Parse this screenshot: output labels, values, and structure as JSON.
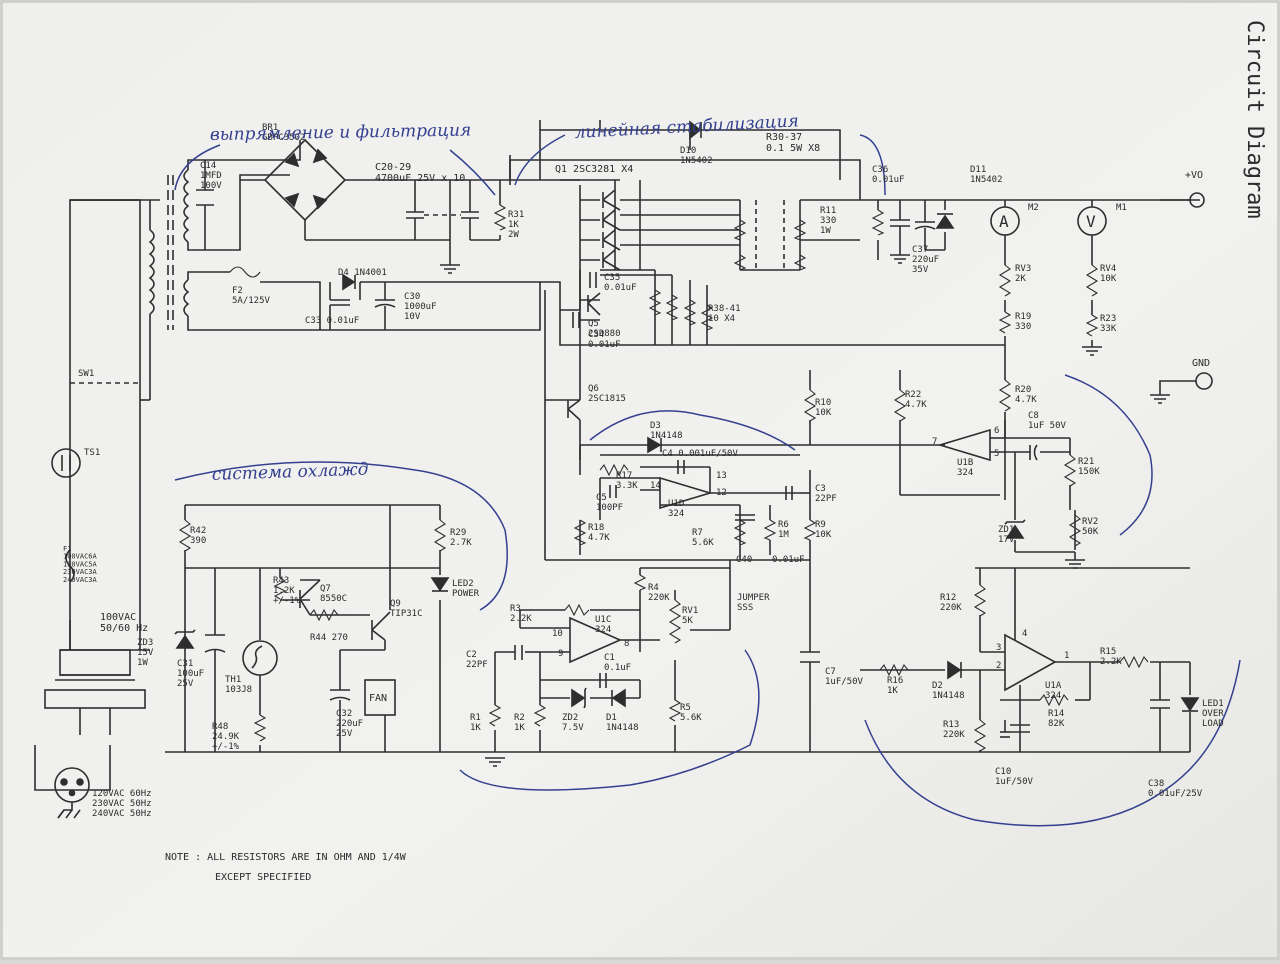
{
  "page": {
    "corner_title": "Circuit Diagram",
    "note_line1": "NOTE :  ALL RESISTORS ARE IN OHM AND 1/4W",
    "note_line2": "EXCEPT SPECIFIED"
  },
  "handwritten": {
    "rectification": "выпрямление и фильтрация",
    "linear_stabilization": "линейная стабилизация",
    "cooling_system": "система охлажд"
  },
  "terminals": {
    "vo": "+VO",
    "gnd": "GND"
  },
  "meters": {
    "ammeter": {
      "symbol": "A",
      "ref": "M2"
    },
    "voltmeter": {
      "symbol": "V",
      "ref": "M1"
    }
  },
  "labels": {
    "c14": "C14\n1MFD\n100V",
    "br1": "BR1\nGBPC3502",
    "c20": "C20-29\n4700uF 25V x 10",
    "r31": "R31\n1K\n2W",
    "q1": "Q1  2SC3281 X4",
    "d10": "D10\n1N5402",
    "r30": "R30-37\n0.1  5W X8",
    "r11": "R11\n330\n1W",
    "c36": "C36\n0.01uF",
    "d11": "D11\n1N5402",
    "c37": "C37\n220uF\n35V",
    "f2": "F2\n5A/125V",
    "d4": "D4 1N4001",
    "c30": "C30\n1000uF\n10V",
    "c33": "C33 0.01uF",
    "c35": "C35\n0.01uF",
    "q5": "Q5\n2SD880",
    "c34": "C34\n0.01uF",
    "r38": "R38-41\n10 X4",
    "rv3": "RV3\n2K",
    "r19": "R19\n330",
    "rv4": "RV4\n10K",
    "r23": "R23\n33K",
    "sw1": "SW1",
    "ts1": "TS1",
    "q6": "Q6\n2SC1815",
    "r10": "R10\n10K",
    "r22": "R22\n4.7K",
    "r20": "R20\n4.7K",
    "c8": "C8\n1uF 50V",
    "d3": "D3\n1N4148",
    "c4": "C4  0.001uF/50V",
    "r17": "R17\n3.3K",
    "c5": "C5\n100PF",
    "u1d": "U1D\n324",
    "c3": "C3\n22PF",
    "u1b": "U1B\n324",
    "r21": "R21\n150K",
    "r18": "R18\n4.7K",
    "r7": "R7\n5.6K",
    "r6": "R6\n1M",
    "r9": "R9\n10K",
    "zd1": "ZD1\n17V",
    "rv2": "RV2\n50K",
    "c40": "C40",
    "c40v": "0.01uF",
    "f1": "F1\n100VAC6A\n120VAC5A\n230VAC3A\n240VAC3A",
    "r42": "R42\n390",
    "r29": "R29\n2.7K",
    "led2": "LED2\nPOWER",
    "r43": "R43\n1.2K\n+/-1%",
    "q7": "Q7\n8550C",
    "q9": "Q9\nTIP31C",
    "r44": "R44  270",
    "r4": "R4\n220K",
    "jumper": "JUMPER\nSSS",
    "r3": "R3\n2.2K",
    "u1c": "U1C\n324",
    "rv1": "RV1\n5K",
    "r12": "R12\n220K",
    "r15": "R15\n2.2K",
    "mains": "100VAC\n50/60 Hz",
    "zd3": "ZD3\n15V\n1W",
    "c31": "C31\n100uF\n25V",
    "th1": "TH1\n103J8",
    "fan": "FAN",
    "c32": "C32\n220uF\n25V",
    "r48": "R48\n24.9K\n+/-1%",
    "c2": "C2\n22PF",
    "c1": "C1\n0.1uF",
    "c7": "C7\n1uF/50V",
    "r16": "R16\n1K",
    "d2": "D2\n1N4148",
    "u1a": "U1A\n324",
    "led1": "LED1\nOVER\nLOAD",
    "r1": "R1\n1K",
    "r2": "R2\n1K",
    "zd2": "ZD2\n7.5V",
    "d1": "D1\n1N4148",
    "r5": "R5\n5.6K",
    "r13": "R13\n220K",
    "r14": "R14\n82K",
    "c10": "C10\n1uF/50V",
    "c38": "C38\n0.01uF/25V",
    "plug": "120VAC 60Hz\n230VAC 50Hz\n240VAC 50Hz"
  },
  "pins": [
    "7",
    "6",
    "5",
    "14",
    "13",
    "12",
    "10",
    "9",
    "8",
    "4",
    "3",
    "2",
    "1"
  ]
}
